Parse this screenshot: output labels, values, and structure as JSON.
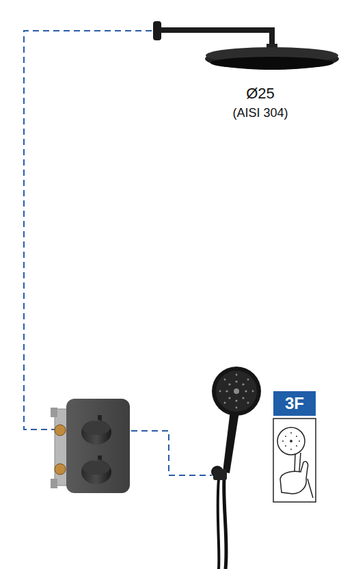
{
  "diagram": {
    "nodes": [
      {
        "text": [
          "3F"
        ]
      }
    ],
    "labels": [
      "Ø25",
      "(AISI 304)"
    ]
  }
}
